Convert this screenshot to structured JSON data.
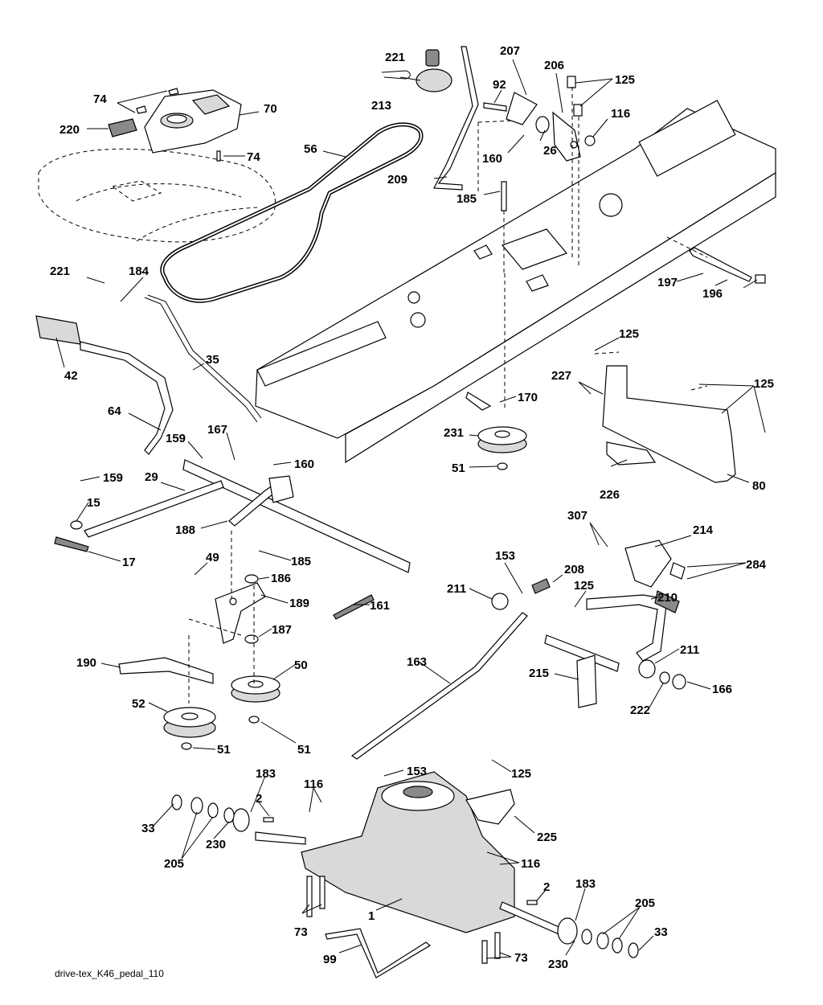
{
  "diagram": {
    "caption": "drive-tex_K46_pedal_110",
    "callouts": {
      "c221a": "221",
      "c213": "213",
      "c74a": "74",
      "c70": "70",
      "c220": "220",
      "c74b": "74",
      "c56": "56",
      "c207": "207",
      "c206": "206",
      "c125a": "125",
      "c92": "92",
      "c116a": "116",
      "c160a": "160",
      "c26": "26",
      "c209": "209",
      "c185a": "185",
      "c221b": "221",
      "c184": "184",
      "c197": "197",
      "c196": "196",
      "c42": "42",
      "c35": "35",
      "c125b": "125",
      "c227": "227",
      "c125c": "125",
      "c64": "64",
      "c170": "170",
      "c231": "231",
      "c51a": "51",
      "c159a": "159",
      "c167": "167",
      "c160b": "160",
      "c159b": "159",
      "c29": "29",
      "c226": "226",
      "c80": "80",
      "c15": "15",
      "c188": "188",
      "c17": "17",
      "c307": "307",
      "c214": "214",
      "c284": "284",
      "c49": "49",
      "c185b": "185",
      "c186": "186",
      "c153a": "153",
      "c208": "208",
      "c211a": "211",
      "c125d": "125",
      "c210": "210",
      "c189": "189",
      "c161": "161",
      "c187": "187",
      "c50": "50",
      "c190": "190",
      "c163": "163",
      "c215": "215",
      "c211b": "211",
      "c222": "222",
      "c166": "166",
      "c52": "52",
      "c51b": "51",
      "c51c": "51",
      "c183a": "183",
      "c116b": "116",
      "c153b": "153",
      "c125e": "125",
      "c2a": "2",
      "c33a": "33",
      "c205a": "205",
      "c230a": "230",
      "c225": "225",
      "c116c": "116",
      "c2b": "2",
      "c183b": "183",
      "c205b": "205",
      "c1": "1",
      "c73a": "73",
      "c33b": "33",
      "c99": "99",
      "c230b": "230",
      "c73b": "73"
    }
  }
}
